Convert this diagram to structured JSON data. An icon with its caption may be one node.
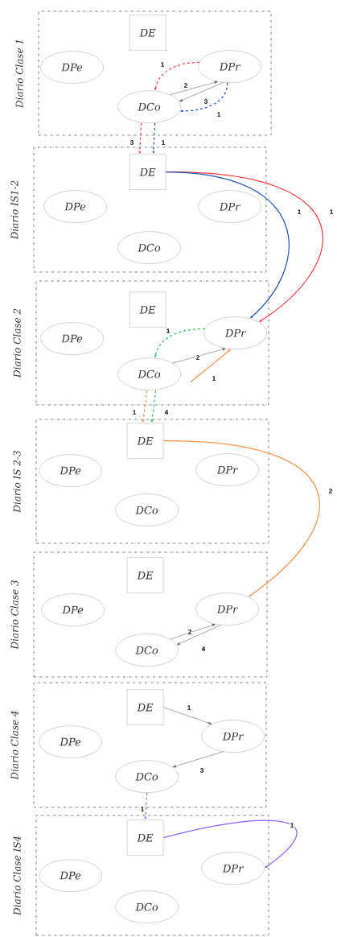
{
  "diagram": {
    "nodes": [
      {
        "text": [
          "Diario Clase 1"
        ]
      },
      {
        "text": [
          "DE"
        ],
        "in": 0
      },
      {
        "text": [
          "DPe"
        ],
        "in": 0
      },
      {
        "text": [
          "DPr"
        ],
        "in": 0
      },
      {
        "text": [
          "DCo"
        ],
        "in": 0
      },
      {
        "text": [
          "Diario IS1-2"
        ]
      },
      {
        "text": [
          "DE"
        ],
        "in": 5
      },
      {
        "text": [
          "DPe"
        ],
        "in": 5
      },
      {
        "text": [
          "DPr"
        ],
        "in": 5
      },
      {
        "text": [
          "DCo"
        ],
        "in": 5
      },
      {
        "text": [
          "Diario Clase 2"
        ]
      },
      {
        "text": [
          "DE"
        ],
        "in": 10
      },
      {
        "text": [
          "DPe"
        ],
        "in": 10
      },
      {
        "text": [
          "DPr"
        ],
        "in": 10
      },
      {
        "text": [
          "DCo"
        ],
        "in": 10
      },
      {
        "text": [
          "Diario IS 2-3"
        ]
      },
      {
        "text": [
          "DE"
        ],
        "in": 15
      },
      {
        "text": [
          "DPe"
        ],
        "in": 15
      },
      {
        "text": [
          "DPr"
        ],
        "in": 15
      },
      {
        "text": [
          "DCo"
        ],
        "in": 15
      },
      {
        "text": [
          "Diario Clase 3"
        ]
      },
      {
        "text": [
          "DE"
        ],
        "in": 20
      },
      {
        "text": [
          "DPe"
        ],
        "in": 20
      },
      {
        "text": [
          "DPr"
        ],
        "in": 20
      },
      {
        "text": [
          "DCo"
        ],
        "in": 20
      },
      {
        "text": [
          "Diario Clase 4"
        ]
      },
      {
        "text": [
          "DE"
        ],
        "in": 25
      },
      {
        "text": [
          "DPe"
        ],
        "in": 25
      },
      {
        "text": [
          "DPr"
        ],
        "in": 25
      },
      {
        "text": [
          "DCo"
        ],
        "in": 25
      },
      {
        "text": [
          "Diario Clase IS4"
        ]
      },
      {
        "text": [
          "DE"
        ],
        "in": 30
      },
      {
        "text": [
          "DPe"
        ],
        "in": 30
      },
      {
        "text": [
          "DPr"
        ],
        "in": 30
      },
      {
        "text": [
          "DCo"
        ],
        "in": 30
      }
    ],
    "edges": [
      {
        "from": 3,
        "to": 4,
        "arrow": "to",
        "label": "1",
        "style": "dashed",
        "color": "#f03c3c"
      },
      {
        "from": 4,
        "to": 3,
        "arrow": "to",
        "label": "2"
      },
      {
        "from": 3,
        "to": 4,
        "arrow": "to",
        "label": "3"
      },
      {
        "from": 3,
        "to": 4,
        "arrow": "to",
        "label": "1",
        "style": "dashed",
        "color": "#1f4fb5"
      },
      {
        "from": 4,
        "to": 6,
        "arrow": "to",
        "label": "3",
        "style": "dashed",
        "color": "#f03c3c"
      },
      {
        "from": 4,
        "to": 6,
        "arrow": "to",
        "label": "1",
        "style": "dashed",
        "color": "#1f4fb5"
      },
      {
        "from": 6,
        "to": 13,
        "arrow": "to",
        "label": "1",
        "color": "#f03c3c"
      },
      {
        "from": 6,
        "to": 13,
        "arrow": "to",
        "label": "1",
        "color": "#1f4fb5"
      },
      {
        "from": 13,
        "to": 14,
        "arrow": "to",
        "label": "1",
        "style": "dashed",
        "color": "#22c55e"
      },
      {
        "from": 14,
        "to": 13,
        "arrow": "to",
        "label": "2"
      },
      {
        "from": 14,
        "to": 13,
        "arrow": "to",
        "label": "1",
        "color": "#f7904a"
      },
      {
        "from": 14,
        "to": 16,
        "arrow": "to",
        "label": "1",
        "style": "dashed",
        "color": "#f7904a"
      },
      {
        "from": 14,
        "to": 16,
        "arrow": "to",
        "label": "4",
        "style": "dashed",
        "color": "#22c55e"
      },
      {
        "from": 16,
        "to": 23,
        "arrow": "to",
        "label": "2",
        "color": "#f7904a"
      },
      {
        "from": 24,
        "to": 23,
        "arrow": "to",
        "label": "2"
      },
      {
        "from": 23,
        "to": 24,
        "arrow": "to",
        "label": "4"
      },
      {
        "from": 26,
        "to": 28,
        "arrow": "to",
        "label": "1"
      },
      {
        "from": 28,
        "to": 29,
        "arrow": "to",
        "label": "3"
      },
      {
        "from": 29,
        "to": 31,
        "arrow": "to",
        "label": "1",
        "style": "dashed",
        "color": "#8b5cf6"
      },
      {
        "from": 31,
        "to": 33,
        "arrow": "to",
        "label": "1",
        "color": "#8b5cf6"
      }
    ]
  }
}
